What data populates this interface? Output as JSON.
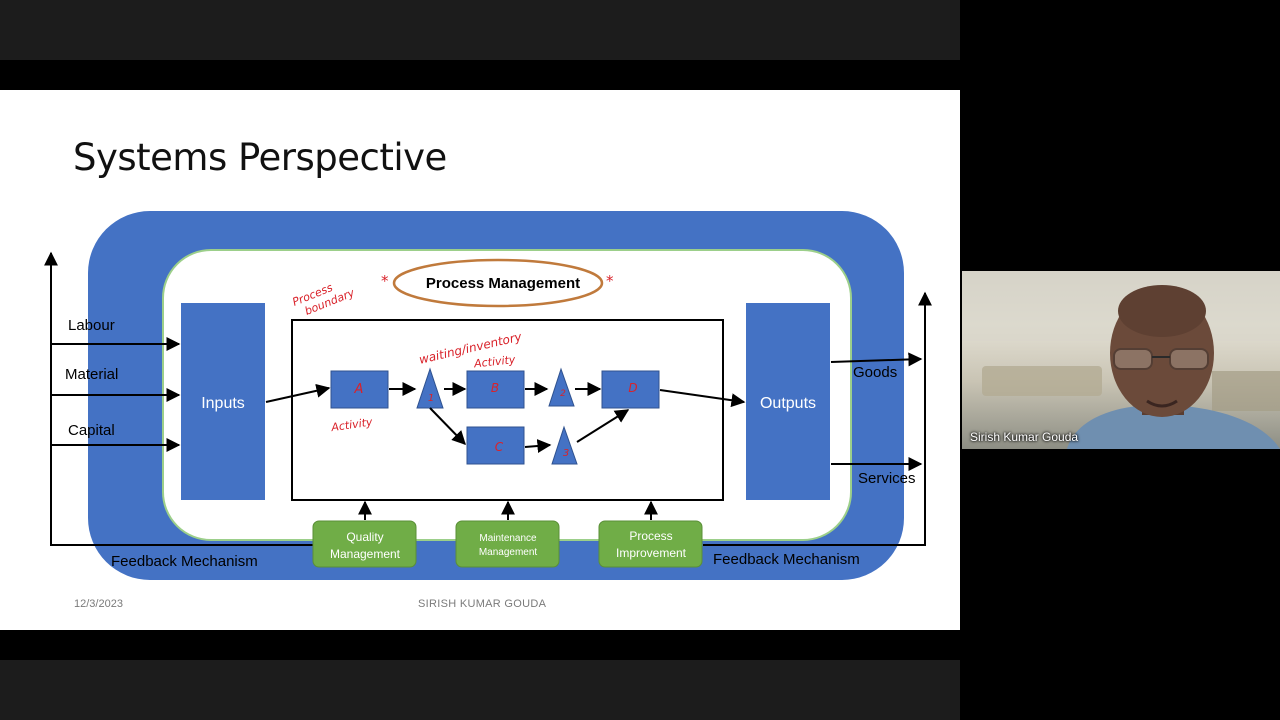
{
  "slide": {
    "title": "Systems Perspective",
    "footer_date": "12/3/2023",
    "footer_author": "SIRISH KUMAR GOUDA"
  },
  "diagram": {
    "process_management": "Process Management",
    "inputs": "Inputs",
    "outputs": "Outputs",
    "input_labels": [
      "Labour",
      "Material",
      "Capital"
    ],
    "output_labels": [
      "Goods",
      "Services"
    ],
    "feedback_left": "Feedback Mechanism",
    "feedback_right": "Feedback Mechanism",
    "activities": [
      "A",
      "B",
      "C",
      "D"
    ],
    "inventories": [
      "1",
      "2",
      "3"
    ],
    "support_boxes": [
      [
        "Quality",
        "Management"
      ],
      [
        "Maintenance",
        "Management"
      ],
      [
        "Process",
        "Improvement"
      ]
    ],
    "annotations": {
      "process_boundary_1": "Process",
      "process_boundary_2": "boundary",
      "waiting_inventory": "waiting/inventory",
      "activity_top": "Activity",
      "activity_bottom": "Activity",
      "star": "*"
    },
    "colors": {
      "blue": "#4472c4",
      "green": "#70ad47",
      "orange": "#c07a3c",
      "annotation_red": "#d9222a"
    }
  },
  "participant": {
    "name": "Sirish Kumar Gouda"
  }
}
